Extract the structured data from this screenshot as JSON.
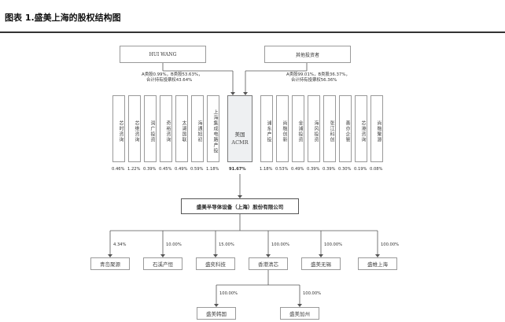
{
  "title": "图表 1.盛美上海的股权结构图",
  "top_owners": {
    "hui_wang": "HUI WANG",
    "other_investors": "其他投资者"
  },
  "notes": {
    "left": [
      "A类股0.99%，B类股53.63%，",
      "合计持有投票权43.64%"
    ],
    "right": [
      "A类股99.01%，B类股36.37%，",
      "合计持有投票权56.36%"
    ]
  },
  "shareholders": [
    {
      "name": "芯时咨询",
      "pct": "0.46%"
    },
    {
      "name": "芯维咨询",
      "pct": "1.22%"
    },
    {
      "name": "润广投资",
      "pct": "0.39%"
    },
    {
      "name": "奇裕咨询",
      "pct": "0.45%"
    },
    {
      "name": "太湖国联",
      "pct": "0.49%"
    },
    {
      "name": "海通旭初",
      "pct": "0.59%"
    },
    {
      "name": "上海集成电路产投",
      "pct": "1.18%"
    },
    {
      "name_line1": "美国",
      "name_line2": "ACMR",
      "pct": "91.67%"
    },
    {
      "name": "浦东产投",
      "pct": "1.18%"
    },
    {
      "name": "尚融创新",
      "pct": "0.53%"
    },
    {
      "name": "金浦投资",
      "pct": "0.49%"
    },
    {
      "name": "海风投资",
      "pct": "0.39%"
    },
    {
      "name": "张江科创",
      "pct": "0.39%"
    },
    {
      "name": "善亦企管",
      "pct": "0.30%"
    },
    {
      "name": "芯港咨询",
      "pct": "0.19%"
    },
    {
      "name": "尚融聚源",
      "pct": "0.08%"
    }
  ],
  "center_company": "盛美半导体设备（上海）股份有限公司",
  "subsidiaries": [
    {
      "name": "青岛聚源",
      "pct": "4.34%"
    },
    {
      "name": "石溪产恒",
      "pct": "10.00%"
    },
    {
      "name": "盛奕科技",
      "pct": "15.00%"
    },
    {
      "name": "香港清芯",
      "pct": "100.00%"
    },
    {
      "name": "盛美无锡",
      "pct": "100.00%"
    },
    {
      "name": "盛帷上海",
      "pct": "100.00%"
    }
  ],
  "sub_subsidiaries": [
    {
      "name": "盛美韩国",
      "pct": "100.00%"
    },
    {
      "name": "盛美加州",
      "pct": "100.00%"
    }
  ]
}
